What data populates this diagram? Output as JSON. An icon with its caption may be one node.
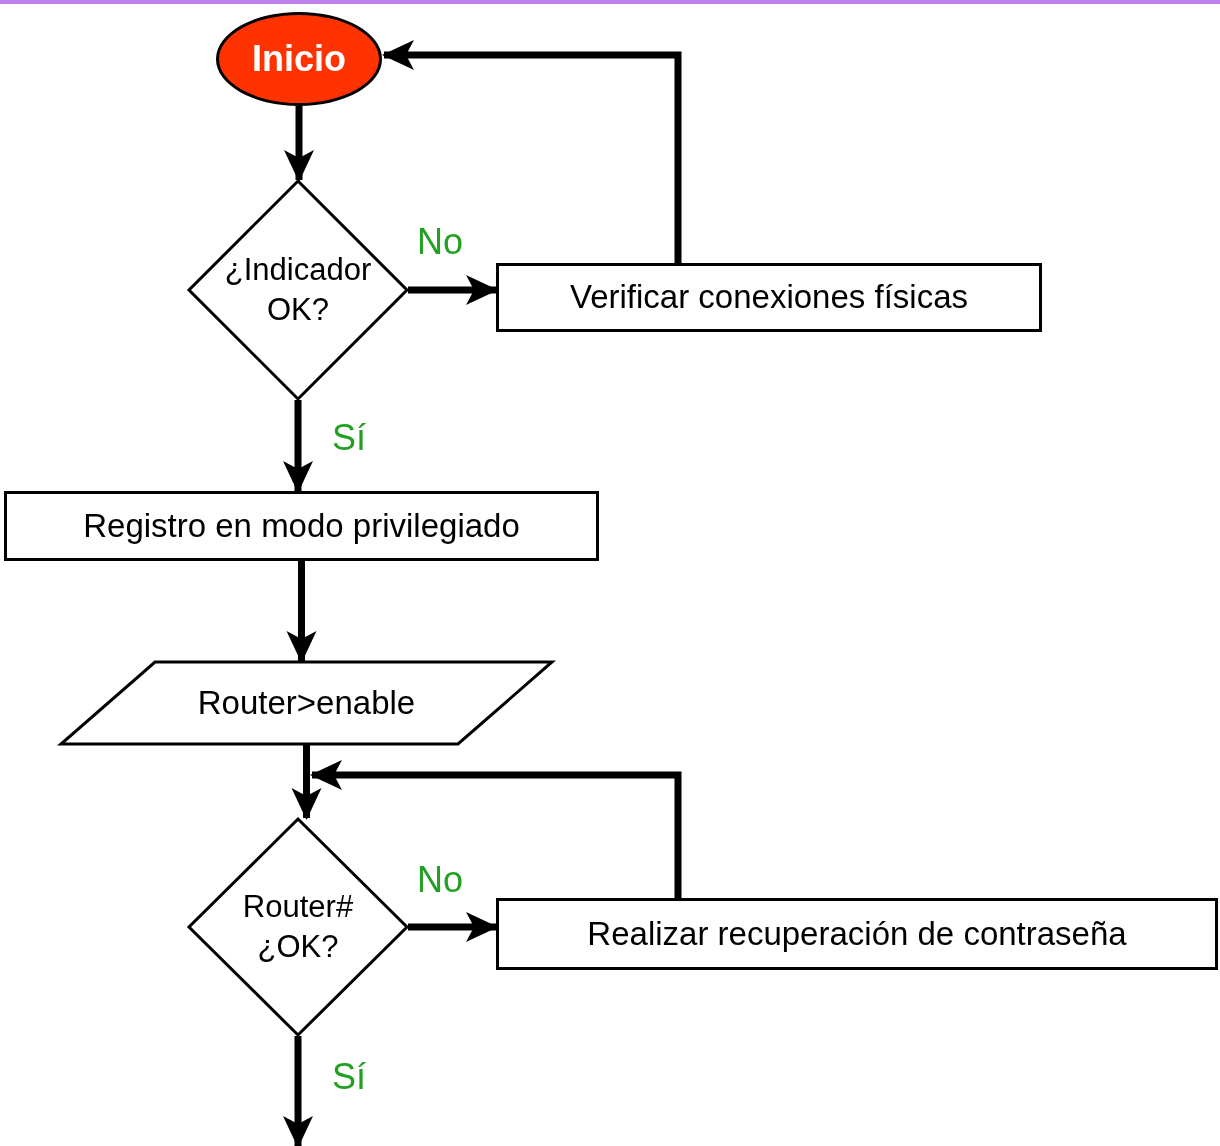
{
  "diagram": {
    "nodes": [
      {
        "text": [
          "Inicio"
        ]
      },
      {
        "text": [
          "¿Indicador OK?"
        ]
      },
      {
        "text": [
          "Verificar conexiones físicas"
        ]
      },
      {
        "text": [
          "Registro en modo privilegiado"
        ]
      },
      {
        "text": [
          "Router>enable"
        ]
      },
      {
        "text": [
          "Router# ¿OK?"
        ]
      },
      {
        "text": [
          "Realizar recuperación de contraseña"
        ]
      }
    ],
    "edges": [
      {
        "from": 0,
        "to": 1,
        "arrow": "to"
      },
      {
        "from": 1,
        "to": 2,
        "arrow": "to",
        "label": "No"
      },
      {
        "from": 2,
        "to": 0,
        "arrow": "to"
      },
      {
        "from": 1,
        "to": 3,
        "arrow": "to",
        "label": "Sí"
      },
      {
        "from": 3,
        "to": 4,
        "arrow": "to"
      },
      {
        "from": 4,
        "to": 5,
        "arrow": "to"
      },
      {
        "from": 6,
        "to": 5,
        "arrow": "to"
      },
      {
        "from": 5,
        "to": 6,
        "arrow": "to",
        "label": "No"
      },
      {
        "from": 5,
        "to": null,
        "arrow": "to",
        "label": "Sí"
      }
    ]
  }
}
